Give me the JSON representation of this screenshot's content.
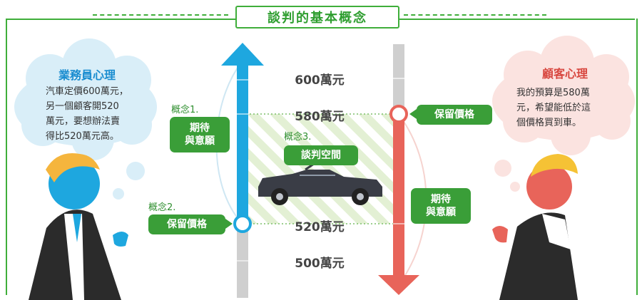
{
  "title": "談判的基本概念",
  "seller": {
    "title": "業務員心理",
    "lines": [
      "汽車定價600萬元，",
      "另一個顧客開520",
      "萬元，要想辦法賣",
      "得比520萬元高。"
    ]
  },
  "buyer": {
    "title": "顧客心理",
    "lines": [
      "我的預算是580萬",
      "元，希望能低於這",
      "個價格買到車。"
    ]
  },
  "prices": [
    "600萬元",
    "580萬元",
    "520萬元",
    "500萬元"
  ],
  "concept1": {
    "label": "概念1.",
    "pill_lines": [
      "期待",
      "與意願"
    ]
  },
  "concept2": {
    "label": "概念2.",
    "pill": "保留價格"
  },
  "concept3": {
    "label": "概念3.",
    "pill": "談判空間"
  },
  "right_reservation": "保留價格",
  "right_expectation_lines": [
    "期待",
    "與意願"
  ],
  "colors": {
    "green": "#3a9e38",
    "seller_blue": "#1ea7df",
    "buyer_red": "#e8645a",
    "seller_cloud": "#d9eef8",
    "buyer_cloud": "#fbe3e0",
    "arrow_gray": "#cfcfcf"
  },
  "icons": [
    "salesman-figure",
    "customer-figure",
    "car-icon",
    "up-arrow",
    "down-arrow"
  ]
}
